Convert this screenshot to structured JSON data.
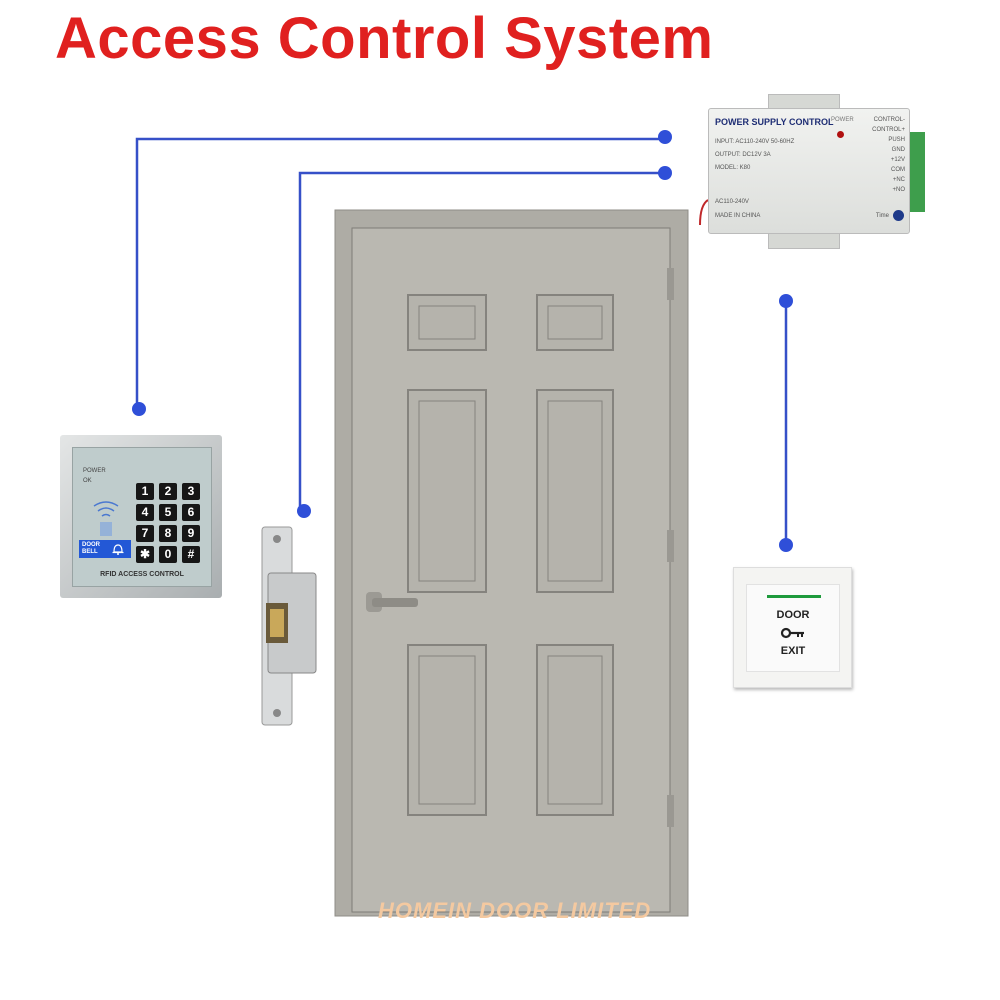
{
  "title": "Access Control System",
  "colors": {
    "title": "#e0201f",
    "wire": "#3650c8",
    "door": "#b8b6ae"
  },
  "power_supply": {
    "title": "POWER SUPPLY CONTROL",
    "power_led": "POWER",
    "lines": [
      "INPUT: AC110-240V 50-60HZ",
      "OUTPUT: DC12V 3A",
      "MODEL: K80"
    ],
    "ac_label": "AC110-240V",
    "made_in": "MADE IN CHINA",
    "terminals": [
      "CONTROL-",
      "CONTROL+",
      "PUSH",
      "GND",
      "+12V",
      "COM",
      "+NC",
      "+NO"
    ],
    "time_label": "Time"
  },
  "keypad": {
    "indicators": [
      "POWER",
      "OK"
    ],
    "keys": [
      "1",
      "2",
      "3",
      "4",
      "5",
      "6",
      "7",
      "8",
      "9",
      "✱",
      "0",
      "#"
    ],
    "door_bell": "DOOR BELL",
    "label": "RFID ACCESS CONTROL"
  },
  "exit_button": {
    "line1": "DOOR",
    "line2": "EXIT"
  },
  "watermark": "HOMEIN DOOR LIMITED"
}
